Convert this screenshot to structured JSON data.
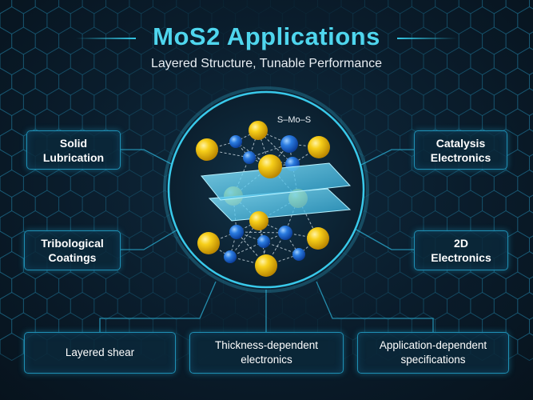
{
  "title": "MoS2 Applications",
  "subtitle": "Layered Structure, Tunable Performance",
  "structure_label": "S–Mo–S",
  "left_boxes": [
    {
      "line1": "Solid",
      "line2": "Lubrication"
    },
    {
      "line1": "Tribological",
      "line2": "Coatings"
    }
  ],
  "right_boxes": [
    {
      "line1": "Catalysis",
      "line2": "Electronics"
    },
    {
      "line1": "2D",
      "line2": "Electronics"
    }
  ],
  "bottom_boxes": [
    {
      "line1": "Layered shear",
      "line2": ""
    },
    {
      "line1": "Thickness-dependent",
      "line2": "electronics"
    },
    {
      "line1": "Application-dependent",
      "line2": "specifications"
    }
  ],
  "colors": {
    "accent": "#34c8e6",
    "sulfur": "#f2c20c",
    "molybdenum": "#1f6fd6",
    "layer": "#5fd8f0"
  }
}
